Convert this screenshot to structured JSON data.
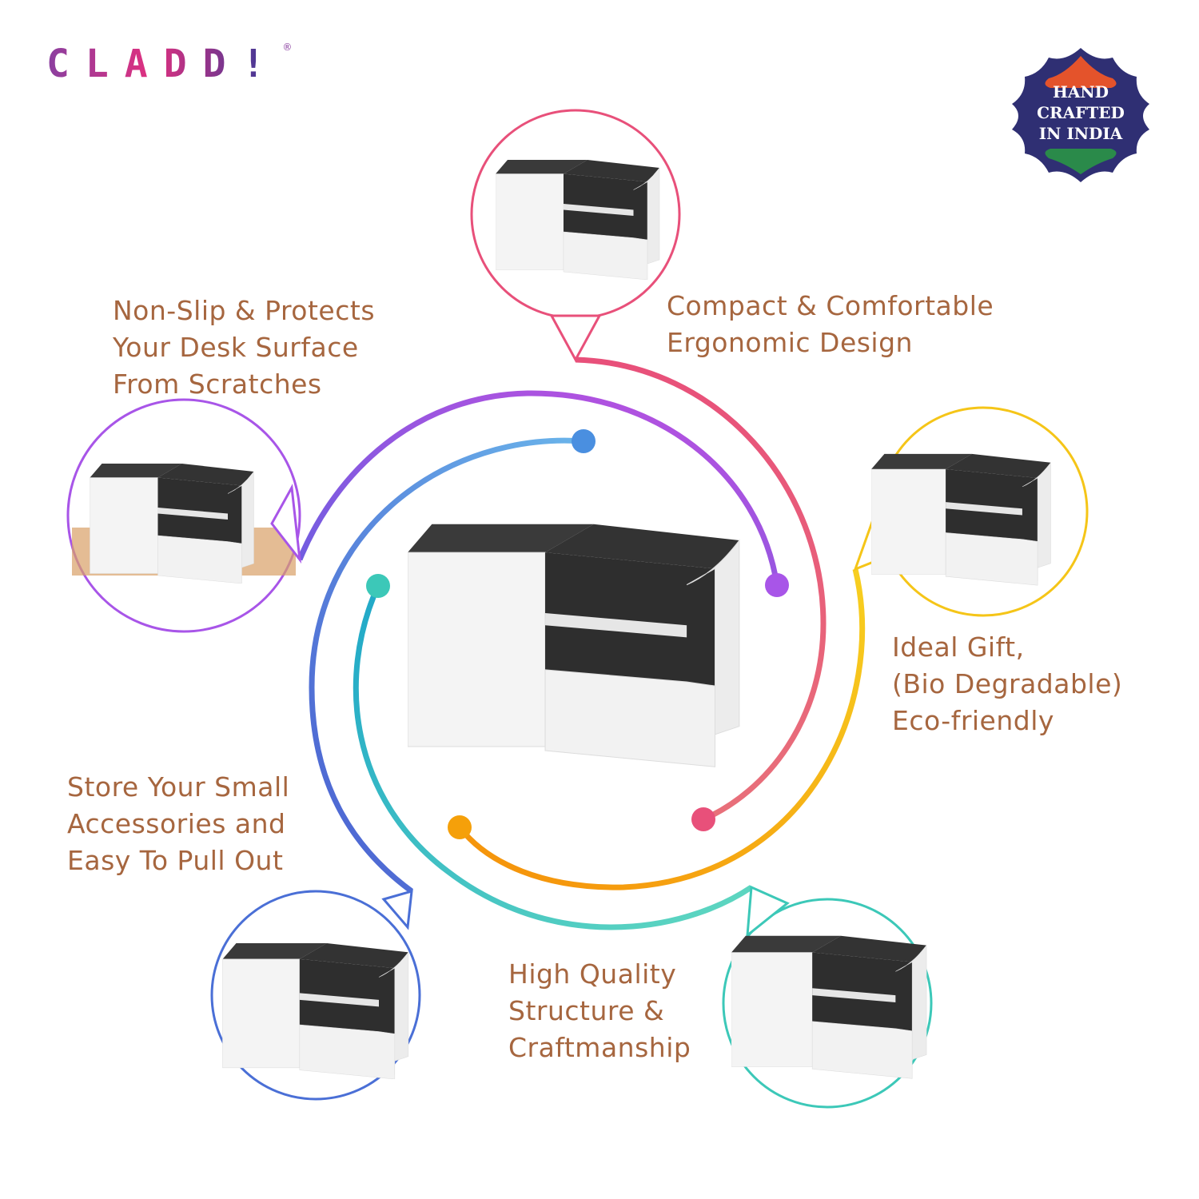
{
  "brand": {
    "logo_text": "CLADD!",
    "registered_mark": "®"
  },
  "badge": {
    "text": "HAND\nCRAFTED\nIN INDIA",
    "colors": {
      "bg": "#2f2f73",
      "top": "#e4532b",
      "bottom": "#2a8a4a"
    }
  },
  "features": [
    {
      "text": "Compact & Comfortable\nErgonomic Design"
    },
    {
      "text": "Non-Slip & Protects\nYour Desk Surface\nFrom Scratches"
    },
    {
      "text": "Ideal Gift,\n(Bio Degradable)\nEco-friendly"
    },
    {
      "text": "Store Your Small\nAccessories and\nEasy To Pull Out"
    },
    {
      "text": "High Quality\nStructure &\nCraftmanship"
    }
  ],
  "colors": {
    "text": "#a6663f",
    "purple": "#a855e8",
    "pink": "#e8507a",
    "yellow": "#f5c518",
    "orange": "#f59a0a",
    "blue": "#4a6fd6",
    "teal": "#3cc8b8"
  }
}
